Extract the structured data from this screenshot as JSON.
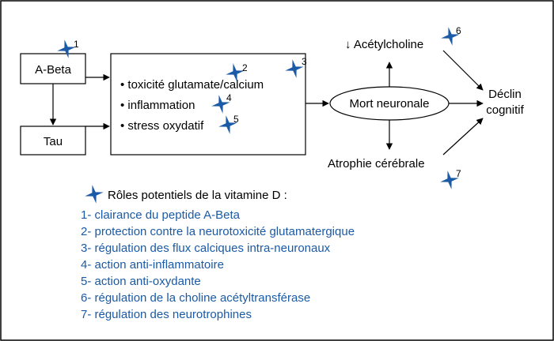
{
  "nodes": {
    "abeta": "A-Beta",
    "tau": "Tau",
    "mechanisms": [
      "• toxicité glutamate/calcium",
      "• inflammation",
      "• stress oxydatif"
    ],
    "mort": "Mort neuronale",
    "acetyl": "↓ Acétylcholine",
    "atrophie": "Atrophie cérébrale",
    "declin": [
      "Déclin",
      "cognitif"
    ]
  },
  "markers": [
    "1",
    "2",
    "3",
    "4",
    "5",
    "6",
    "7"
  ],
  "legend": {
    "title": "Rôles potentiels de la vitamine D :",
    "items": [
      "1- clairance du peptide A-Beta",
      "2- protection contre la neurotoxicité glutamatergique",
      "3- régulation des flux calciques intra-neuronaux",
      "4- action anti-inflammatoire",
      "5- action anti-oxydante",
      "6- régulation de la choline acétyltransférase",
      "7- régulation des neurotrophines"
    ]
  },
  "colors": {
    "star": "#1a5aa6",
    "frame": "#000000"
  }
}
